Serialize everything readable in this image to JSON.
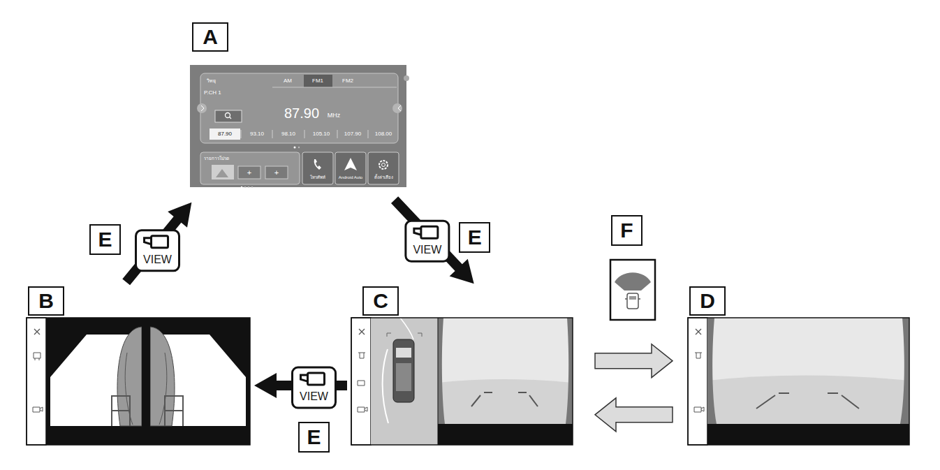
{
  "diagram": {
    "nodes": [
      {
        "text": [
          "A"
        ]
      },
      {
        "text": [
          "B"
        ]
      },
      {
        "text": [
          "C"
        ]
      },
      {
        "text": [
          "D"
        ]
      }
    ],
    "edges": [
      {
        "from": 1,
        "to": 0,
        "arrow": "to",
        "label": "E"
      },
      {
        "from": 0,
        "to": 2,
        "arrow": "to",
        "label": "E"
      },
      {
        "from": 2,
        "to": 1,
        "arrow": "to",
        "label": "E"
      },
      {
        "from": 2,
        "to": 3,
        "arrow": "to",
        "label": "F"
      },
      {
        "from": 3,
        "to": 2,
        "arrow": "to"
      }
    ],
    "labels": [
      "วิทยุ",
      "AM",
      "FM1",
      "FM2",
      "P.CH 1",
      "87.90",
      "MHz",
      "87.90",
      "93.10",
      "98.10",
      "105.10",
      "107.90",
      "108.00",
      "รายการโปรด",
      "+",
      "+",
      "โทรศัพท์",
      "Android Auto",
      "ตั้งค่าเสียง",
      "VIEW",
      "VIEW",
      "VIEW"
    ]
  }
}
